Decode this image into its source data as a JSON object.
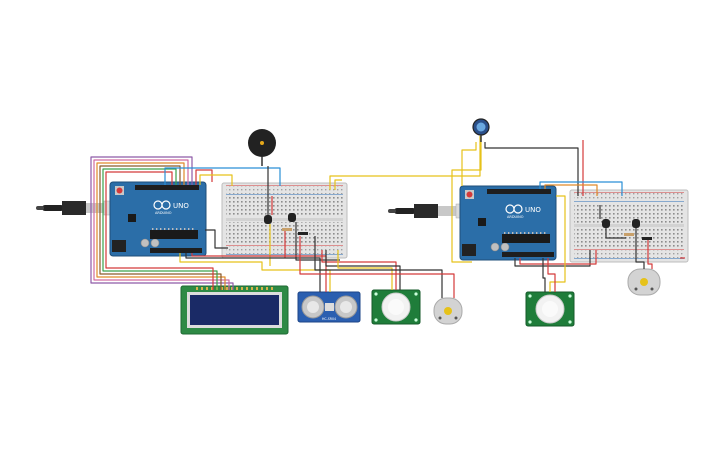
{
  "circuit": {
    "left": {
      "arduino": {
        "logo": "UNO",
        "brand": "ARDUINO"
      },
      "sensor_label": "HC-SR04"
    },
    "right": {
      "arduino": {
        "logo": "UNO",
        "brand": "ARDUINO"
      }
    }
  },
  "colors": {
    "board": "#2b6ea8",
    "breadboard": "#e4e4e4",
    "wire_red": "#d43a3a",
    "wire_black": "#333333",
    "wire_yellow": "#e6c21a",
    "wire_blue": "#2a8fd6",
    "wire_purple": "#8e5aa8",
    "wire_pink": "#d06aa0",
    "wire_orange": "#e08a2a",
    "wire_brown": "#8a5a2a",
    "pcb_green": "#1f7d3a",
    "lcd_screen": "#1a2a66"
  }
}
